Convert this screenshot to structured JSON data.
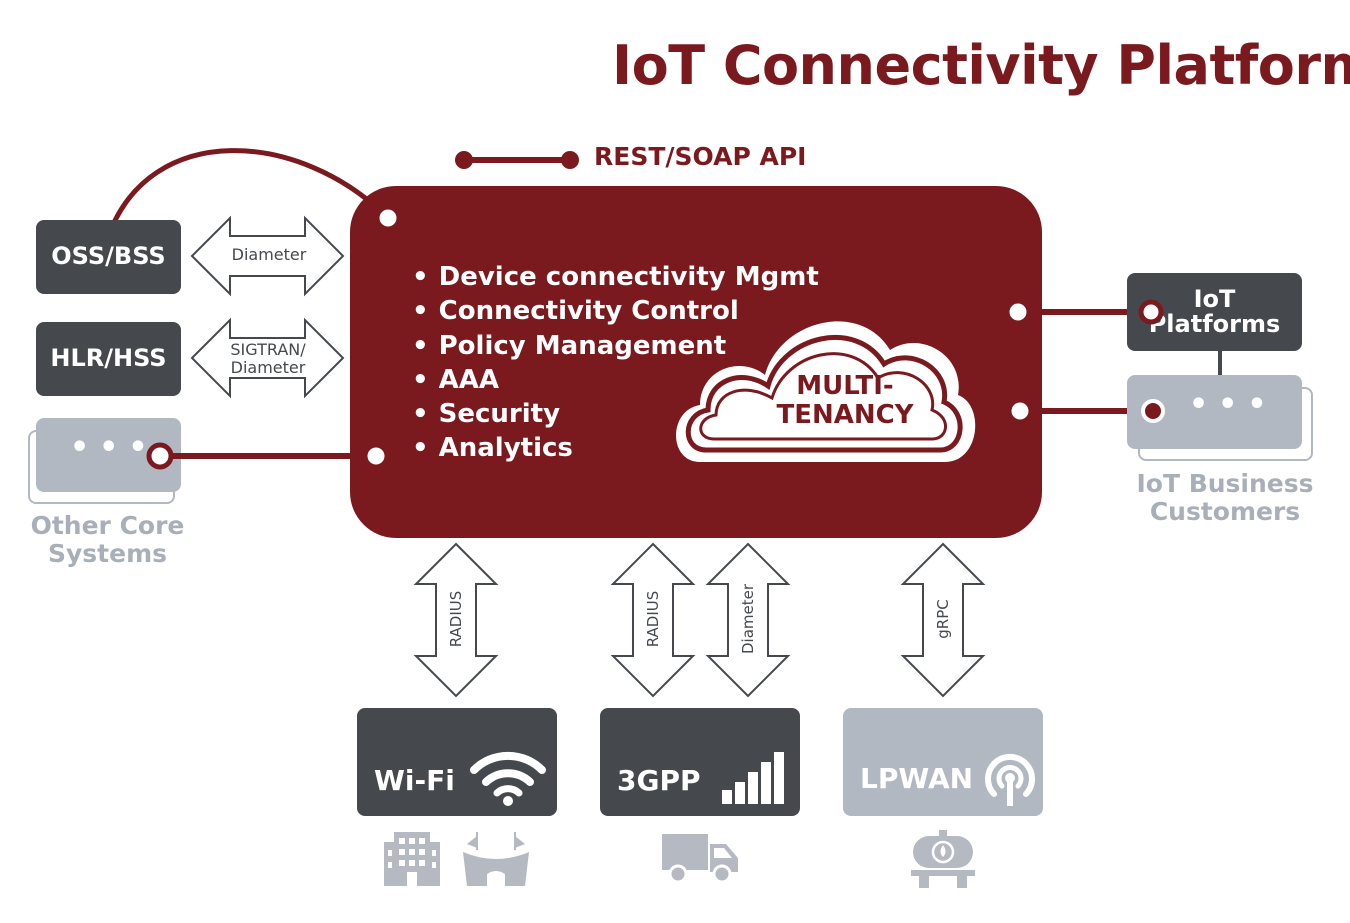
{
  "title": "IoT Connectivity Platform",
  "api_label": "REST/SOAP API",
  "left_systems": {
    "oss_bss": "OSS/BSS",
    "hlr_hss": "HLR/HSS",
    "other_core_line1": "Other Core",
    "other_core_line2": "Systems"
  },
  "protocols": {
    "diameter_top": "Diameter",
    "sigtran_line1": "SIGTRAN/",
    "sigtran_line2": "Diameter",
    "radius_wifi": "RADIUS",
    "radius_3gpp": "RADIUS",
    "diameter_3gpp": "Diameter",
    "grpc": "gRPC"
  },
  "platform": {
    "features": [
      "Device connectivity Mgmt",
      "Connectivity Control",
      "Policy Management",
      "AAA",
      "Security",
      "Analytics"
    ],
    "cloud_line1": "MULTI-",
    "cloud_line2": "TENANCY"
  },
  "right_systems": {
    "iot_platforms_line1": "IoT",
    "iot_platforms_line2": "Platforms",
    "business_line1": "IoT Business",
    "business_line2": "Customers"
  },
  "networks": {
    "wifi": "Wi-Fi",
    "threegpp": "3GPP",
    "lpwan": "LPWAN"
  },
  "colors": {
    "brand": "#7a1a1e",
    "dark_box": "#45494d",
    "light_box": "#b2b8c1",
    "icon_gray": "#b5bac2"
  },
  "icons": [
    "wifi-icon",
    "signal-bars-icon",
    "antenna-icon",
    "building-icon",
    "stadium-icon",
    "truck-icon",
    "tanker-icon"
  ]
}
